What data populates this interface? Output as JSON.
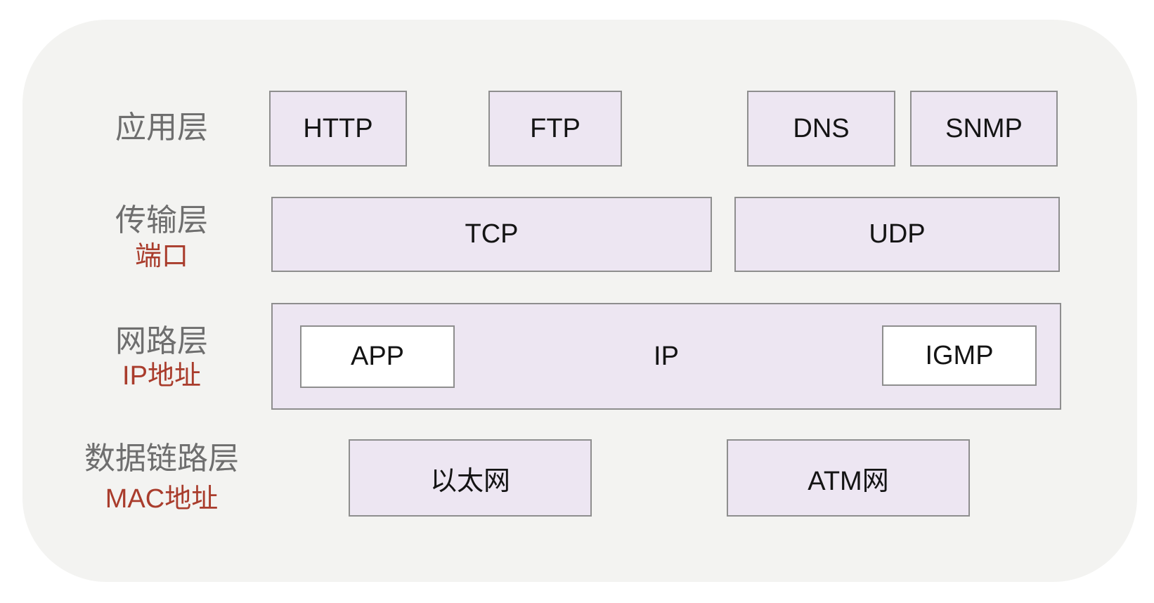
{
  "title": "TCP/IP protocol stack diagram",
  "colors": {
    "background": "#ffffff",
    "panel": "#f3f3f1",
    "box_fill": "#ede6f2",
    "box_border": "#8e8e8e",
    "inner_box_fill": "#ffffff",
    "label_gray": "#6e6e6e",
    "label_red": "#a93c2c",
    "box_text": "#141414"
  },
  "layers": [
    {
      "id": "application",
      "label": "应用层",
      "sublabel": "",
      "boxes": [
        {
          "label": "HTTP"
        },
        {
          "label": "FTP"
        },
        {
          "label": "DNS"
        },
        {
          "label": "SNMP"
        }
      ]
    },
    {
      "id": "transport",
      "label": "传输层",
      "sublabel": "端口",
      "boxes": [
        {
          "label": "TCP"
        },
        {
          "label": "UDP"
        }
      ]
    },
    {
      "id": "network",
      "label": "网路层",
      "sublabel": "IP地址",
      "boxes": [
        {
          "label": "IP"
        }
      ],
      "inner_boxes": [
        {
          "label": "APP"
        },
        {
          "label": "IGMP"
        }
      ]
    },
    {
      "id": "datalink",
      "label": "数据链路层",
      "sublabel": "MAC地址",
      "boxes": [
        {
          "label": "以太网"
        },
        {
          "label": "ATM网"
        }
      ]
    }
  ]
}
